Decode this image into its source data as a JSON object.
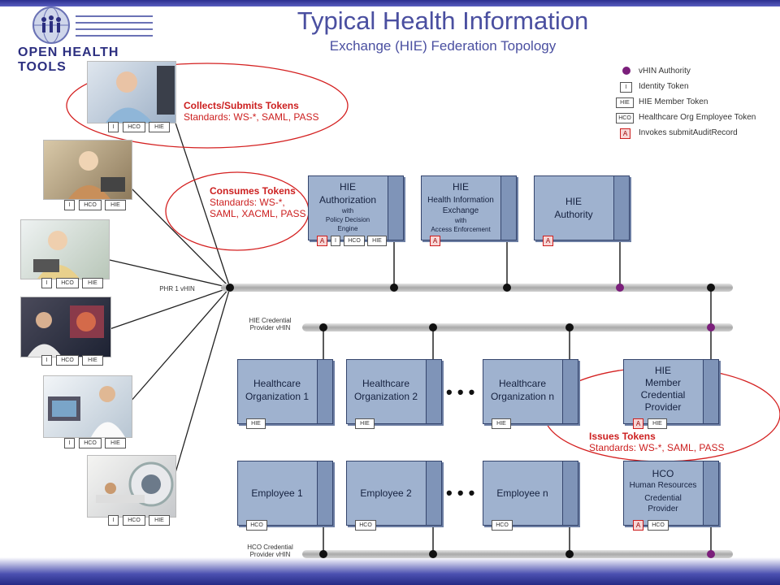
{
  "title": {
    "line1": "Typical Health Information",
    "line2": "Exchange (HIE) Federation Topology"
  },
  "logo": {
    "text": "OPEN HEALTH TOOLS"
  },
  "legend": [
    {
      "icon": "dot",
      "label": "vHIN Authority"
    },
    {
      "icon": "I",
      "label": "Identity Token"
    },
    {
      "icon": "HIE",
      "label": "HIE Member Token"
    },
    {
      "icon": "HCO",
      "label": "Healthcare Org Employee Token"
    },
    {
      "icon": "A",
      "label": "Invokes submitAuditRecord"
    }
  ],
  "callouts": {
    "collects": {
      "title": "Collects/Submits Tokens",
      "sub": "Standards: WS-*, SAML, PASS"
    },
    "consumes": {
      "title": "Consumes Tokens",
      "sub": "Standards: WS-*, SAML, XACML, PASS"
    },
    "issues": {
      "title": "Issues Tokens",
      "sub": "Standards: WS-*, SAML, PASS"
    }
  },
  "buses": {
    "phr": "PHR 1 vHIN",
    "hie_cred": "HIE Credential Provider vHIN",
    "hco_cred": "HCO Credential Provider vHIN"
  },
  "tokens": {
    "i": "I",
    "hco": "HCO",
    "hie": "HIE",
    "a": "A"
  },
  "nodes": {
    "hie_auth": {
      "l1": "HIE",
      "l2": "Authorization",
      "l3": "with",
      "l4": "Policy Decision",
      "l5": "Engine"
    },
    "hie_exchange": {
      "l1": "HIE",
      "l2": "Health Information",
      "l3": "Exchange",
      "l4": "with",
      "l5": "Access Enforcement"
    },
    "hie_authority": {
      "l1": "HIE",
      "l2": "Authority"
    },
    "org1": {
      "l1": "Healthcare",
      "l2": "Organization 1"
    },
    "org2": {
      "l1": "Healthcare",
      "l2": "Organization 2"
    },
    "orgn": {
      "l1": "Healthcare",
      "l2": "Organization n"
    },
    "member_cred": {
      "l1": "HIE",
      "l2": "Member",
      "l3": "Credential",
      "l4": "Provider"
    },
    "emp1": {
      "l1": "Employee 1"
    },
    "emp2": {
      "l1": "Employee 2"
    },
    "empn": {
      "l1": "Employee n"
    },
    "hco_hr": {
      "l1": "HCO",
      "l2": "Human Resources",
      "l3": "Credential",
      "l4": "Provider"
    }
  },
  "ellipsis": "• • •"
}
